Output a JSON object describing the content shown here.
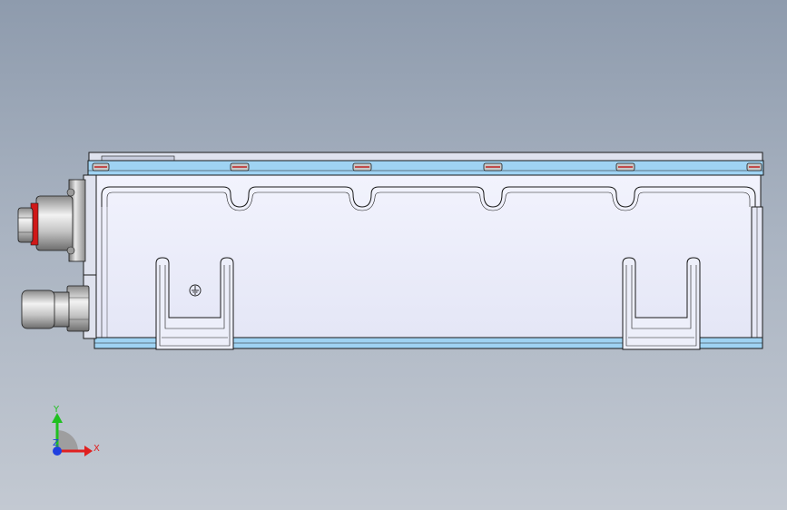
{
  "viewport": {
    "triad": {
      "x_label": "X",
      "y_label": "Y",
      "z_label": "Z"
    },
    "ground_symbol": "earth-ground-icon",
    "colors": {
      "background_top": "#8e9bad",
      "background_bottom": "#c3c9d2",
      "housing_face": "#eef0fb",
      "flange": "#9fd3f3",
      "outline": "#1a1a1a",
      "axis_x": "#e02020",
      "axis_y": "#20c020",
      "axis_z": "#2040e0",
      "connector_metal": "#a8a8a8",
      "seal_red": "#d01818"
    }
  }
}
